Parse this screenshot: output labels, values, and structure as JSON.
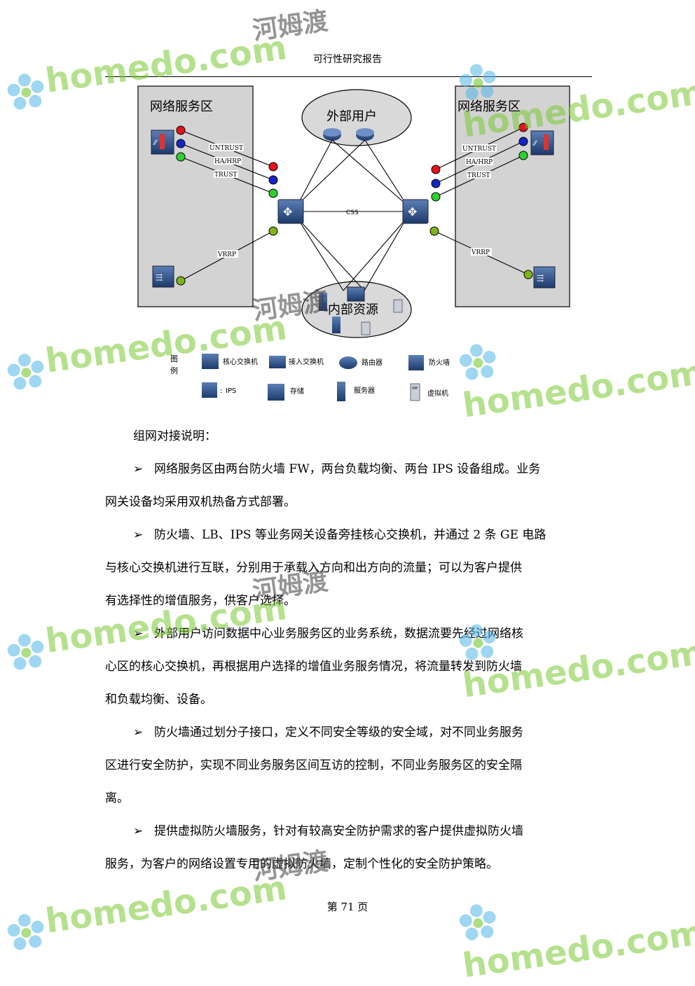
{
  "header": {
    "title": "可行性研究报告"
  },
  "diagram": {
    "left_zone_title": "网络服务区",
    "right_zone_title": "网络服务区",
    "external_cloud": "外部用户",
    "internal_cloud": "内部资源",
    "link_untrust": "UNTRUST",
    "link_ha": "HA/HRP",
    "link_trust": "TRUST",
    "link_css": "CSS",
    "link_vrrp": "VRRP",
    "legend_title": "图\n例",
    "legend": {
      "core_switch": "核心交换机",
      "access_switch": "接入交换机",
      "router": "路由器",
      "firewall": "防火墙",
      "ips": "IPS",
      "storage": "存储",
      "server": "服务器",
      "vm": "虚拟机",
      "vm_tag": "VM"
    },
    "colors": {
      "red": "#e3141b",
      "blue": "#1426c8",
      "green": "#2fcf2f",
      "olive": "#7cb518"
    }
  },
  "body": {
    "intro": "组网对接说明：",
    "bullet_symbol": "➢",
    "items": [
      {
        "first": "网络服务区由两台防火墙 FW，两台负载均衡、两台 IPS 设备组成。业务",
        "rest": [
          "网关设备均采用双机热备方式部署。"
        ]
      },
      {
        "first": "防火墙、LB、IPS 等业务网关设备旁挂核心交换机，并通过 2 条 GE 电路",
        "rest": [
          "与核心交换机进行互联，分别用于承载入方向和出方向的流量；可以为客户提供",
          "有选择性的增值服务，供客户选择。"
        ]
      },
      {
        "first": "外部用户访问数据中心业务服务区的业务系统，数据流要先经过网络核",
        "rest": [
          "心区的核心交换机，再根据用户选择的增值业务服务情况，将流量转发到防火墙",
          "和负载均衡、设备。"
        ]
      },
      {
        "first": "防火墙通过划分子接口，定义不同安全等级的安全域，对不同业务服务",
        "rest": [
          "区进行安全防护，实现不同业务服务区间互访的控制，不同业务服务区的安全隔",
          "离。"
        ]
      },
      {
        "first": "提供虚拟防火墙服务，针对有较高安全防护需求的客户提供虚拟防火墙",
        "rest": [
          "服务，为客户的网络设置专用的虚拟防火墙，定制个性化的安全防护策略。"
        ]
      }
    ]
  },
  "footer": {
    "page": "第 71 页"
  },
  "watermark": {
    "latin": "homedo.com",
    "chinese": "河姆渡"
  }
}
